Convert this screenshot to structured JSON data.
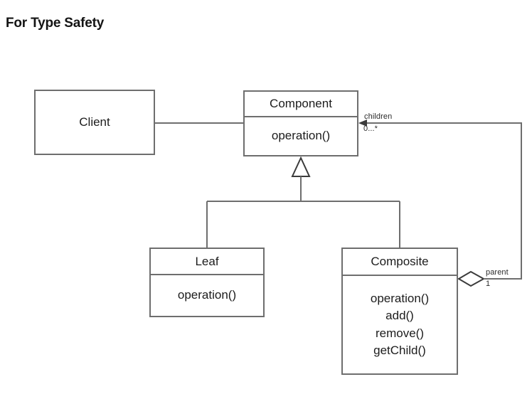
{
  "page": {
    "title": "For Type Safety",
    "background_color": "#ffffff",
    "line_color": "#6e6e6e",
    "text_color": "#1c1c1c"
  },
  "diagram": {
    "type": "uml-class-diagram",
    "pattern": "Composite",
    "classes": [
      {
        "id": "client",
        "name": "Client",
        "operations": []
      },
      {
        "id": "component",
        "name": "Component",
        "operations": [
          "operation()"
        ]
      },
      {
        "id": "leaf",
        "name": "Leaf",
        "operations": [
          "operation()"
        ]
      },
      {
        "id": "composite",
        "name": "Composite",
        "operations": [
          "operation()",
          "add()",
          "remove()",
          "getChild()"
        ]
      }
    ],
    "relationships": [
      {
        "id": "client-uses-component",
        "kind": "association",
        "from": "client",
        "to": "component",
        "arrow": "filled-arrowhead"
      },
      {
        "id": "leaf-extends-component",
        "kind": "generalization",
        "from": "leaf",
        "to": "component",
        "arrow": "hollow-triangle"
      },
      {
        "id": "composite-extends-component",
        "kind": "generalization",
        "from": "composite",
        "to": "component",
        "arrow": "hollow-triangle"
      },
      {
        "id": "composite-aggregates-component",
        "kind": "aggregation",
        "from": "composite",
        "to": "component",
        "arrow": "hollow-diamond",
        "target_role": "children",
        "target_multiplicity": "0...*",
        "source_role": "parent",
        "source_multiplicity": "1"
      }
    ],
    "labels": {
      "children_role": "children",
      "children_multiplicity": "0...*",
      "parent_role": "parent",
      "parent_multiplicity": "1"
    }
  }
}
